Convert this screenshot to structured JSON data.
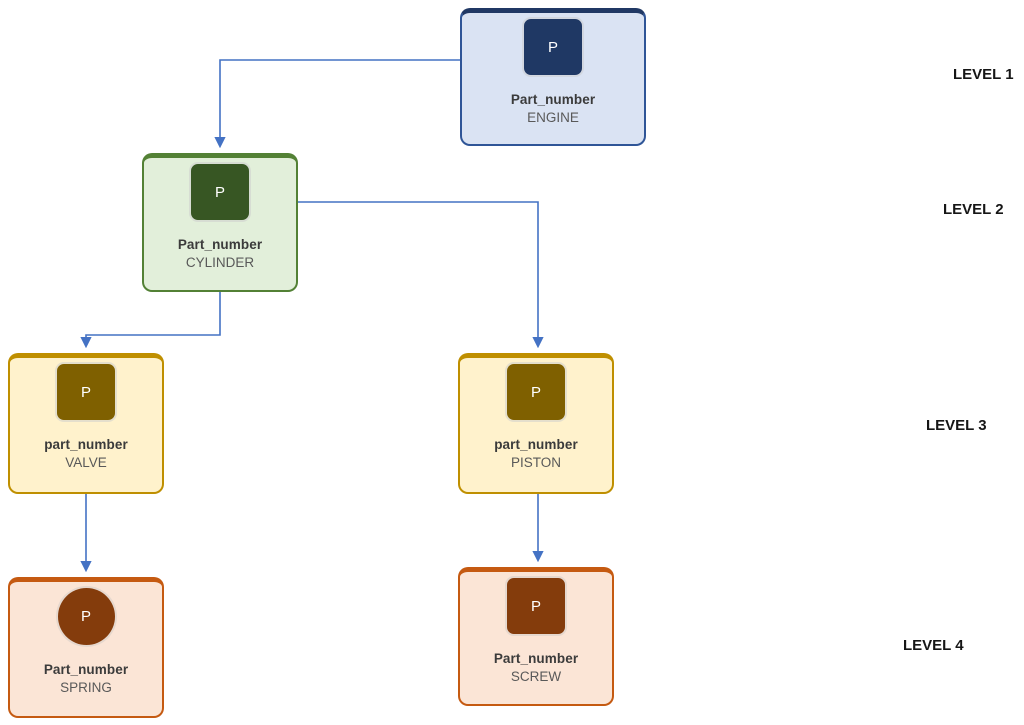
{
  "diagram": {
    "connector_color": "#4472c4",
    "nodes": [
      {
        "id": "engine",
        "icon": "part-icon",
        "icon_letter": "P",
        "icon_shape": "square",
        "title": "Part_number",
        "name": "ENGINE",
        "level": "LEVEL 1",
        "colors": {
          "fill": "#dae3f3",
          "border": "#2f5597",
          "band": "#203864",
          "accent": "#1f3864"
        }
      },
      {
        "id": "cylinder",
        "icon": "part-icon",
        "icon_letter": "P",
        "icon_shape": "square",
        "title": "Part_number",
        "name": "CYLINDER",
        "level": "LEVEL 2",
        "colors": {
          "fill": "#e2efda",
          "border": "#538135",
          "band": "#538135",
          "accent": "#375623"
        }
      },
      {
        "id": "valve",
        "icon": "part-icon",
        "icon_letter": "P",
        "icon_shape": "square",
        "title": "part_number",
        "name": "VALVE",
        "level": "LEVEL 3",
        "colors": {
          "fill": "#fff2cc",
          "border": "#bf8f00",
          "band": "#bf8f00",
          "accent": "#7f6000"
        }
      },
      {
        "id": "piston",
        "icon": "part-icon",
        "icon_letter": "P",
        "icon_shape": "square",
        "title": "part_number",
        "name": "PISTON",
        "level": "LEVEL 3",
        "colors": {
          "fill": "#fff2cc",
          "border": "#bf8f00",
          "band": "#bf8f00",
          "accent": "#7f6000"
        }
      },
      {
        "id": "spring",
        "icon": "part-icon",
        "icon_letter": "P",
        "icon_shape": "circle",
        "title": "Part_number",
        "name": "SPRING",
        "level": "LEVEL 4",
        "colors": {
          "fill": "#fbe5d6",
          "border": "#c55a11",
          "band": "#c55a11",
          "accent": "#843c0c"
        }
      },
      {
        "id": "screw",
        "icon": "part-icon",
        "icon_letter": "P",
        "icon_shape": "square",
        "title": "Part_number",
        "name": "SCREW",
        "level": "LEVEL 4",
        "colors": {
          "fill": "#fbe5d6",
          "border": "#c55a11",
          "band": "#c55a11",
          "accent": "#843c0c"
        }
      }
    ],
    "edges": [
      {
        "from": "ENGINE",
        "to": "CYLINDER"
      },
      {
        "from": "CYLINDER",
        "to": "VALVE"
      },
      {
        "from": "CYLINDER",
        "to": "PISTON"
      },
      {
        "from": "VALVE",
        "to": "SPRING"
      },
      {
        "from": "PISTON",
        "to": "SCREW"
      }
    ],
    "levels": [
      {
        "label": "LEVEL 1"
      },
      {
        "label": "LEVEL 2"
      },
      {
        "label": "LEVEL 3"
      },
      {
        "label": "LEVEL 4"
      }
    ]
  }
}
